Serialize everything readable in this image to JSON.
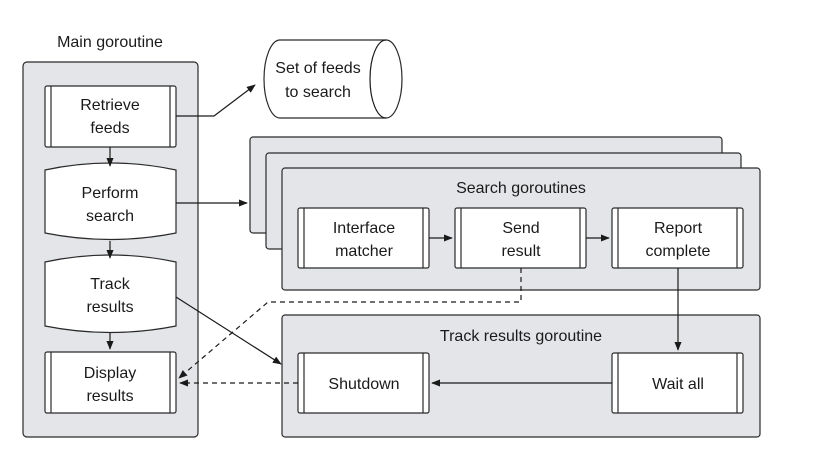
{
  "main": {
    "title": "Main goroutine",
    "retrieve": [
      "Retrieve",
      "feeds"
    ],
    "perform": [
      "Perform",
      "search"
    ],
    "track": [
      "Track",
      "results"
    ],
    "display": [
      "Display",
      "results"
    ]
  },
  "feeds_store": [
    "Set of feeds",
    "to search"
  ],
  "search": {
    "title": "Search goroutines",
    "matcher": [
      "Interface",
      "matcher"
    ],
    "send": [
      "Send",
      "result"
    ],
    "report": [
      "Report",
      "complete"
    ]
  },
  "track_goroutine": {
    "title": "Track results goroutine",
    "shutdown": "Shutdown",
    "wait_all": "Wait all"
  }
}
